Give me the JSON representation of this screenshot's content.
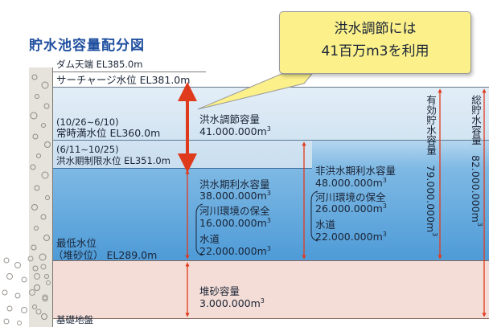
{
  "title": "貯水池容量配分図",
  "callout": {
    "line1": "洪水調節には",
    "line2": "41百万m3を利用"
  },
  "levels": {
    "dam_crest": "ダム天端  EL385.0m",
    "surcharge": "サーチャージ水位  EL381.0m",
    "normal_period": "(10/26∼6/10)",
    "normal": "常時満水位  EL360.0m",
    "flood_period": "(6/11∼10/25)",
    "flood_limit": "洪水期制限水位  EL351.0m",
    "min_1": "最低水位",
    "min_2": "（堆砂位）  EL289.0m",
    "foundation": "基礎地盤"
  },
  "capacities": {
    "flood_control_label": "洪水調節容量",
    "flood_control_value": "41.000.000m",
    "flood_season_use_label": "洪水期利水容量",
    "flood_season_use_value": "38.000.000m",
    "river_env_label": "河川環境の保全",
    "river_env_value_flood": "16.000.000m",
    "water_supply_label": "水道",
    "water_supply_value_flood": "22.000.000m",
    "nonflood_use_label": "非洪水期利水容量",
    "nonflood_use_value": "48.000.000m",
    "river_env_value_nonflood": "26.000.000m",
    "water_supply_value_nonflood": "22.000.000m",
    "sediment_label": "堆砂容量",
    "sediment_value": "3.000.000m",
    "effective_storage": "有効貯水容量　79.000.000m",
    "total_storage": "総貯水容量　82.000.000m",
    "unit_exp": "3"
  },
  "colors": {
    "title": "#1f4f9f",
    "upper_band": "#cfe2f0",
    "water": "#63a9dd",
    "sediment": "#f4ddd6",
    "arrow": "#e03a1c",
    "callout_fill": "#fbf08a"
  }
}
